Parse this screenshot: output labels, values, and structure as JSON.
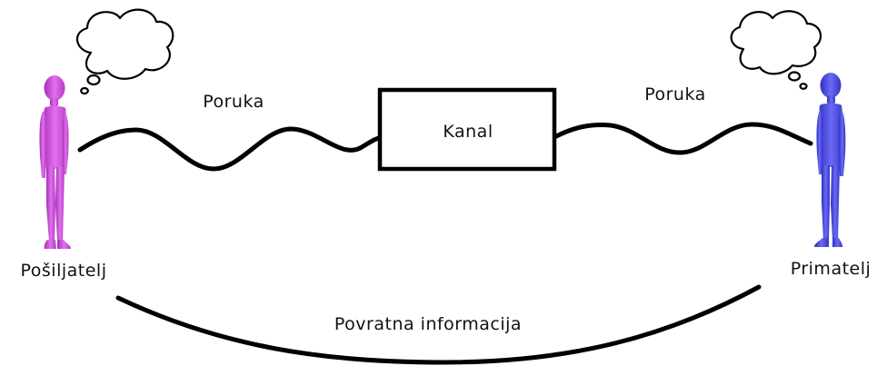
{
  "diagram": {
    "sender_label": "Pošiljatelj",
    "receiver_label": "Primatelj",
    "message_left_label": "Poruka",
    "message_right_label": "Poruka",
    "channel_label": "Kanal",
    "feedback_label": "Povratna informacija"
  },
  "colors": {
    "sender_figure": "#d64fe0",
    "receiver_figure": "#4a4ae8",
    "line": "#000000",
    "background": "#ffffff"
  }
}
